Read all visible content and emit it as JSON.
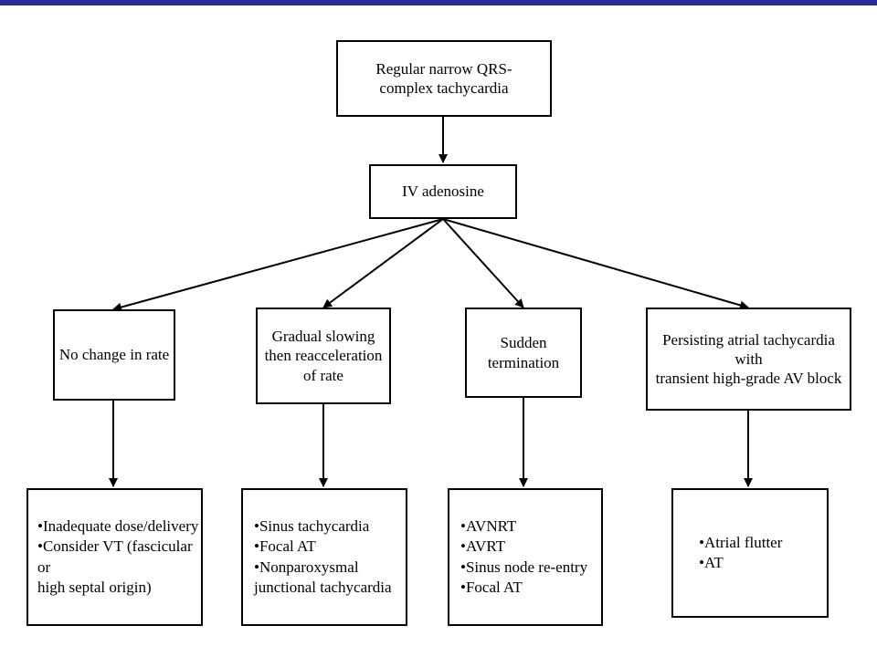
{
  "colors": {
    "top_bar": "#2a2a9a",
    "line": "#000000"
  },
  "root": {
    "text": "Regular narrow QRS-\ncomplex tachycardia"
  },
  "step": {
    "text": "IV adenosine"
  },
  "responses": [
    {
      "text": "No change in rate"
    },
    {
      "text": "Gradual slowing\nthen reacceleration\nof rate"
    },
    {
      "text": "Sudden\ntermination"
    },
    {
      "text": "Persisting atrial tachycardia with\ntransient high-grade AV block"
    }
  ],
  "outcomes": [
    {
      "items": [
        "•Inadequate dose/delivery",
        "•Consider VT (fascicular or\n high septal origin)"
      ]
    },
    {
      "items": [
        "•Sinus tachycardia",
        "•Focal AT",
        "•Nonparoxysmal\n junctional tachycardia"
      ]
    },
    {
      "items": [
        "•AVNRT",
        "•AVRT",
        "•Sinus node re-entry",
        "•Focal AT"
      ]
    },
    {
      "items": [
        "•Atrial flutter",
        "•AT"
      ]
    }
  ]
}
